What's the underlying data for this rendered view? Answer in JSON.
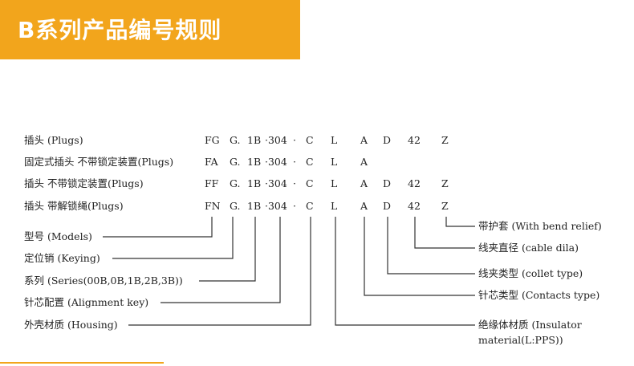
{
  "header": {
    "title": "B系列产品编号规则"
  },
  "rows": [
    {
      "label": "插头 (Plugs)",
      "codes": [
        "FG",
        "G.",
        "1B",
        "·304",
        "·",
        "C",
        "L",
        "A",
        "D",
        "42",
        "Z"
      ]
    },
    {
      "label": "固定式插头 不带锁定装置(Plugs)",
      "codes": [
        "FA",
        "G.",
        "1B",
        "·304",
        "·",
        "C",
        "L",
        "A",
        "",
        "",
        ""
      ]
    },
    {
      "label": "插头 不带锁定装置(Plugs)",
      "codes": [
        "FF",
        "G.",
        "1B",
        "·304",
        "·",
        "C",
        "L",
        "A",
        "D",
        "42",
        "Z"
      ]
    },
    {
      "label": "插头 带解锁绳(Plugs)",
      "codes": [
        "FN",
        "G.",
        "1B",
        "·304",
        "·",
        "C",
        "L",
        "A",
        "D",
        "42",
        "Z"
      ]
    }
  ],
  "left_legend": [
    "型号 (Models)",
    "定位销 (Keying)",
    "系列 (Series(00B,0B,1B,2B,3B))",
    "针芯配置 (Alignment key)",
    "外壳材质 (Housing)"
  ],
  "right_legend": [
    "带护套 (With bend relief)",
    "线夹直径 (cable dila)",
    "线夹类型 (collet type)",
    "针芯类型 (Contacts type)",
    "绝缘体材质 (Insulator",
    "material(L:PPS))"
  ]
}
